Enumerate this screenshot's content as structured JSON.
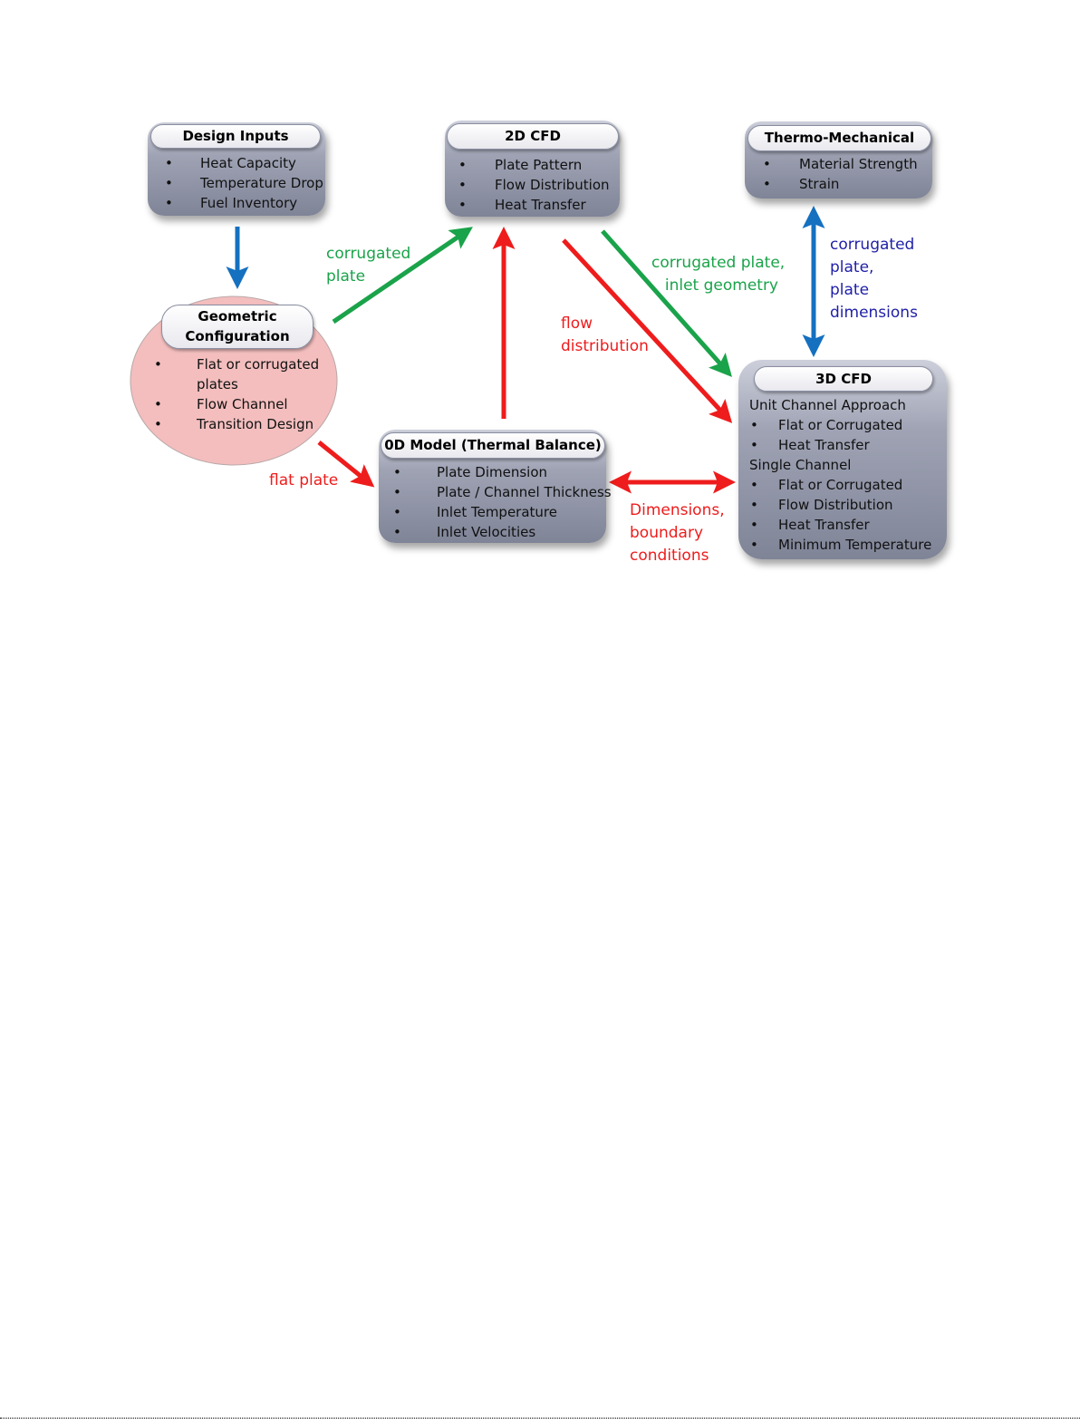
{
  "colors": {
    "green": "#1aa34a",
    "red": "#ee1c1c",
    "blue": "#1570c0",
    "blue_text": "#1f1fa8",
    "ellipse": "#f4bebe"
  },
  "nodes": {
    "design_inputs": {
      "title": "Design Inputs",
      "items": [
        "Heat Capacity",
        "Temperature Drop",
        "Fuel Inventory"
      ]
    },
    "cfd_2d": {
      "title": "2D CFD",
      "items": [
        "Plate Pattern",
        "Flow Distribution",
        "Heat Transfer"
      ]
    },
    "thermo_mechanical": {
      "title": "Thermo-Mechanical",
      "items": [
        "Material Strength",
        "Strain"
      ]
    },
    "geometric": {
      "title_line1": "Geometric",
      "title_line2": "Configuration",
      "items": [
        "Flat or corrugated",
        "plates",
        "Flow Channel",
        "Transition Design"
      ]
    },
    "model_0d": {
      "title": "0D Model (Thermal Balance)",
      "items": [
        "Plate Dimension",
        "Plate / Channel Thickness",
        "Inlet Temperature",
        "Inlet Velocities"
      ]
    },
    "cfd_3d": {
      "title": "3D CFD",
      "section1": "Unit Channel Approach",
      "section1_items": [
        "Flat or Corrugated",
        "Heat Transfer"
      ],
      "section2": "Single Channel",
      "section2_items": [
        "Flat or Corrugated",
        "Flow Distribution",
        "Heat Transfer",
        "Minimum Temperature"
      ]
    }
  },
  "bullet": "•",
  "edge_labels": {
    "corrugated_plate": [
      "corrugated",
      "plate"
    ],
    "corrugated_plate_inlet": [
      "corrugated plate,",
      "inlet geometry"
    ],
    "flow_distribution": [
      "flow",
      "distribution"
    ],
    "thermo_link": [
      "corrugated",
      "plate,",
      "plate",
      "dimensions"
    ],
    "flat_plate": [
      "flat plate"
    ],
    "dimensions": [
      "Dimensions,",
      "boundary",
      "conditions"
    ]
  }
}
